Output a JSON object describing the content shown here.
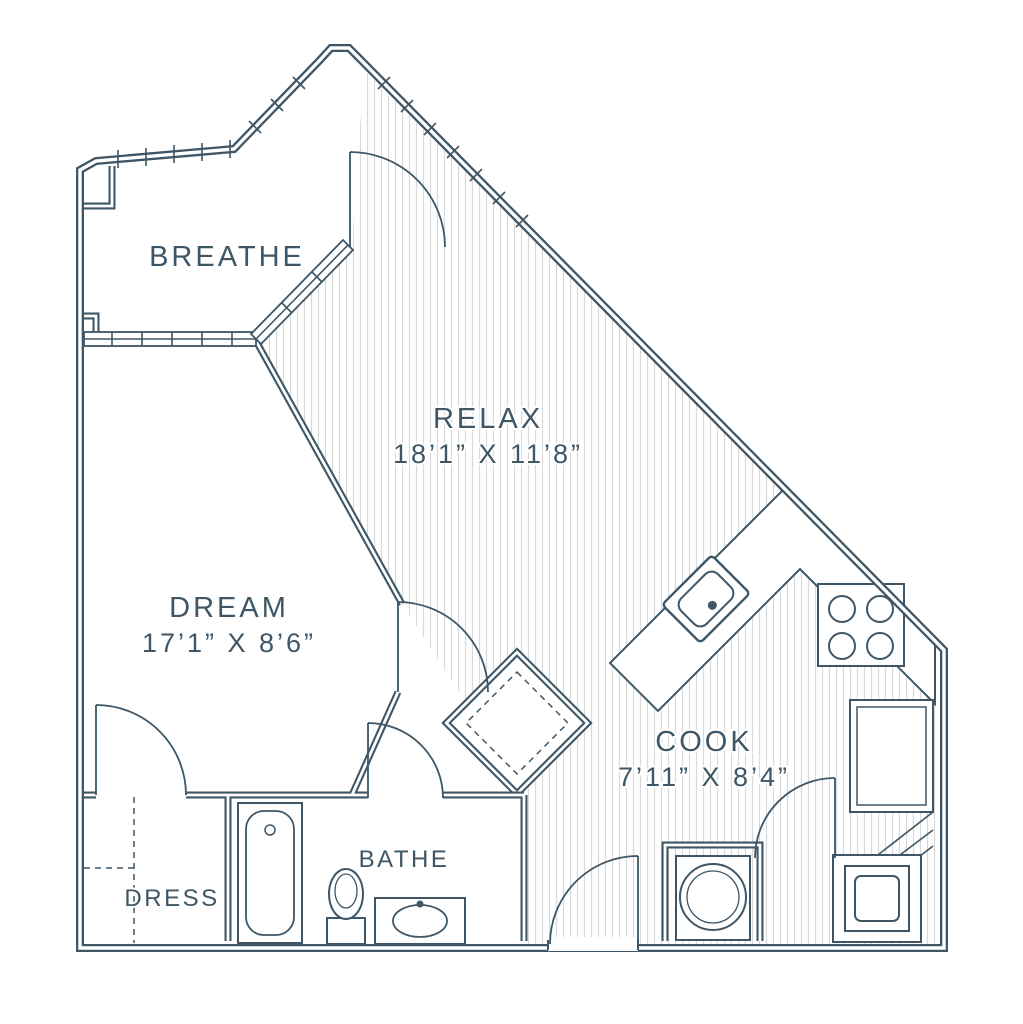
{
  "colors": {
    "wall": "#3E5666",
    "label": "#3E5666",
    "hatch": "#D9D9D9",
    "background": "#FFFFFF"
  },
  "rooms": {
    "breathe": {
      "label": "BREATHE"
    },
    "relax": {
      "label": "RELAX",
      "dimensions": "18’1” X 11’8”"
    },
    "dream": {
      "label": "DREAM",
      "dimensions": "17’1” X 8’6”"
    },
    "dress": {
      "label": "DRESS"
    },
    "bathe": {
      "label": "BATHE"
    },
    "cook": {
      "label": "COOK",
      "dimensions": "7’11” X 8’4”"
    }
  }
}
